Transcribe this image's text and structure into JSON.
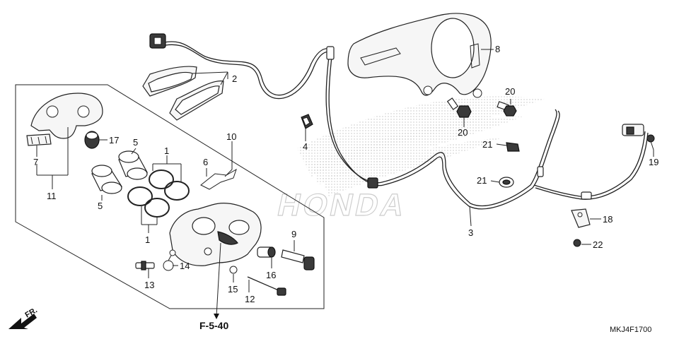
{
  "diagram": {
    "ref_label": "F-5-40",
    "code": "MKJ4F1700",
    "fr_label": "FR.",
    "watermark": "HONDA",
    "callouts": {
      "c1a": "1",
      "c1b": "1",
      "c2": "2",
      "c3": "3",
      "c4": "4",
      "c5a": "5",
      "c5b": "5",
      "c6": "6",
      "c7": "7",
      "c8": "8",
      "c9": "9",
      "c10": "10",
      "c11": "11",
      "c12": "12",
      "c13": "13",
      "c14": "14",
      "c15": "15",
      "c16": "16",
      "c17": "17",
      "c18": "18",
      "c19": "19",
      "c20a": "20",
      "c20b": "20",
      "c21a": "21",
      "c21b": "21",
      "c22": "22"
    }
  }
}
